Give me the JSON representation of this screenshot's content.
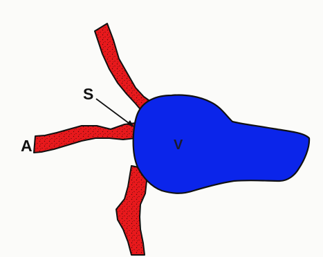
{
  "labels": {
    "vessel_s": "S",
    "vessel_a": "A",
    "mass_v": "V"
  },
  "colors": {
    "vessel_fill": "#e8191c",
    "vessel_stipple": "#5a0b0b",
    "mass_fill": "#0b25ea",
    "outline": "#111111",
    "background": "#fbfbf9"
  }
}
